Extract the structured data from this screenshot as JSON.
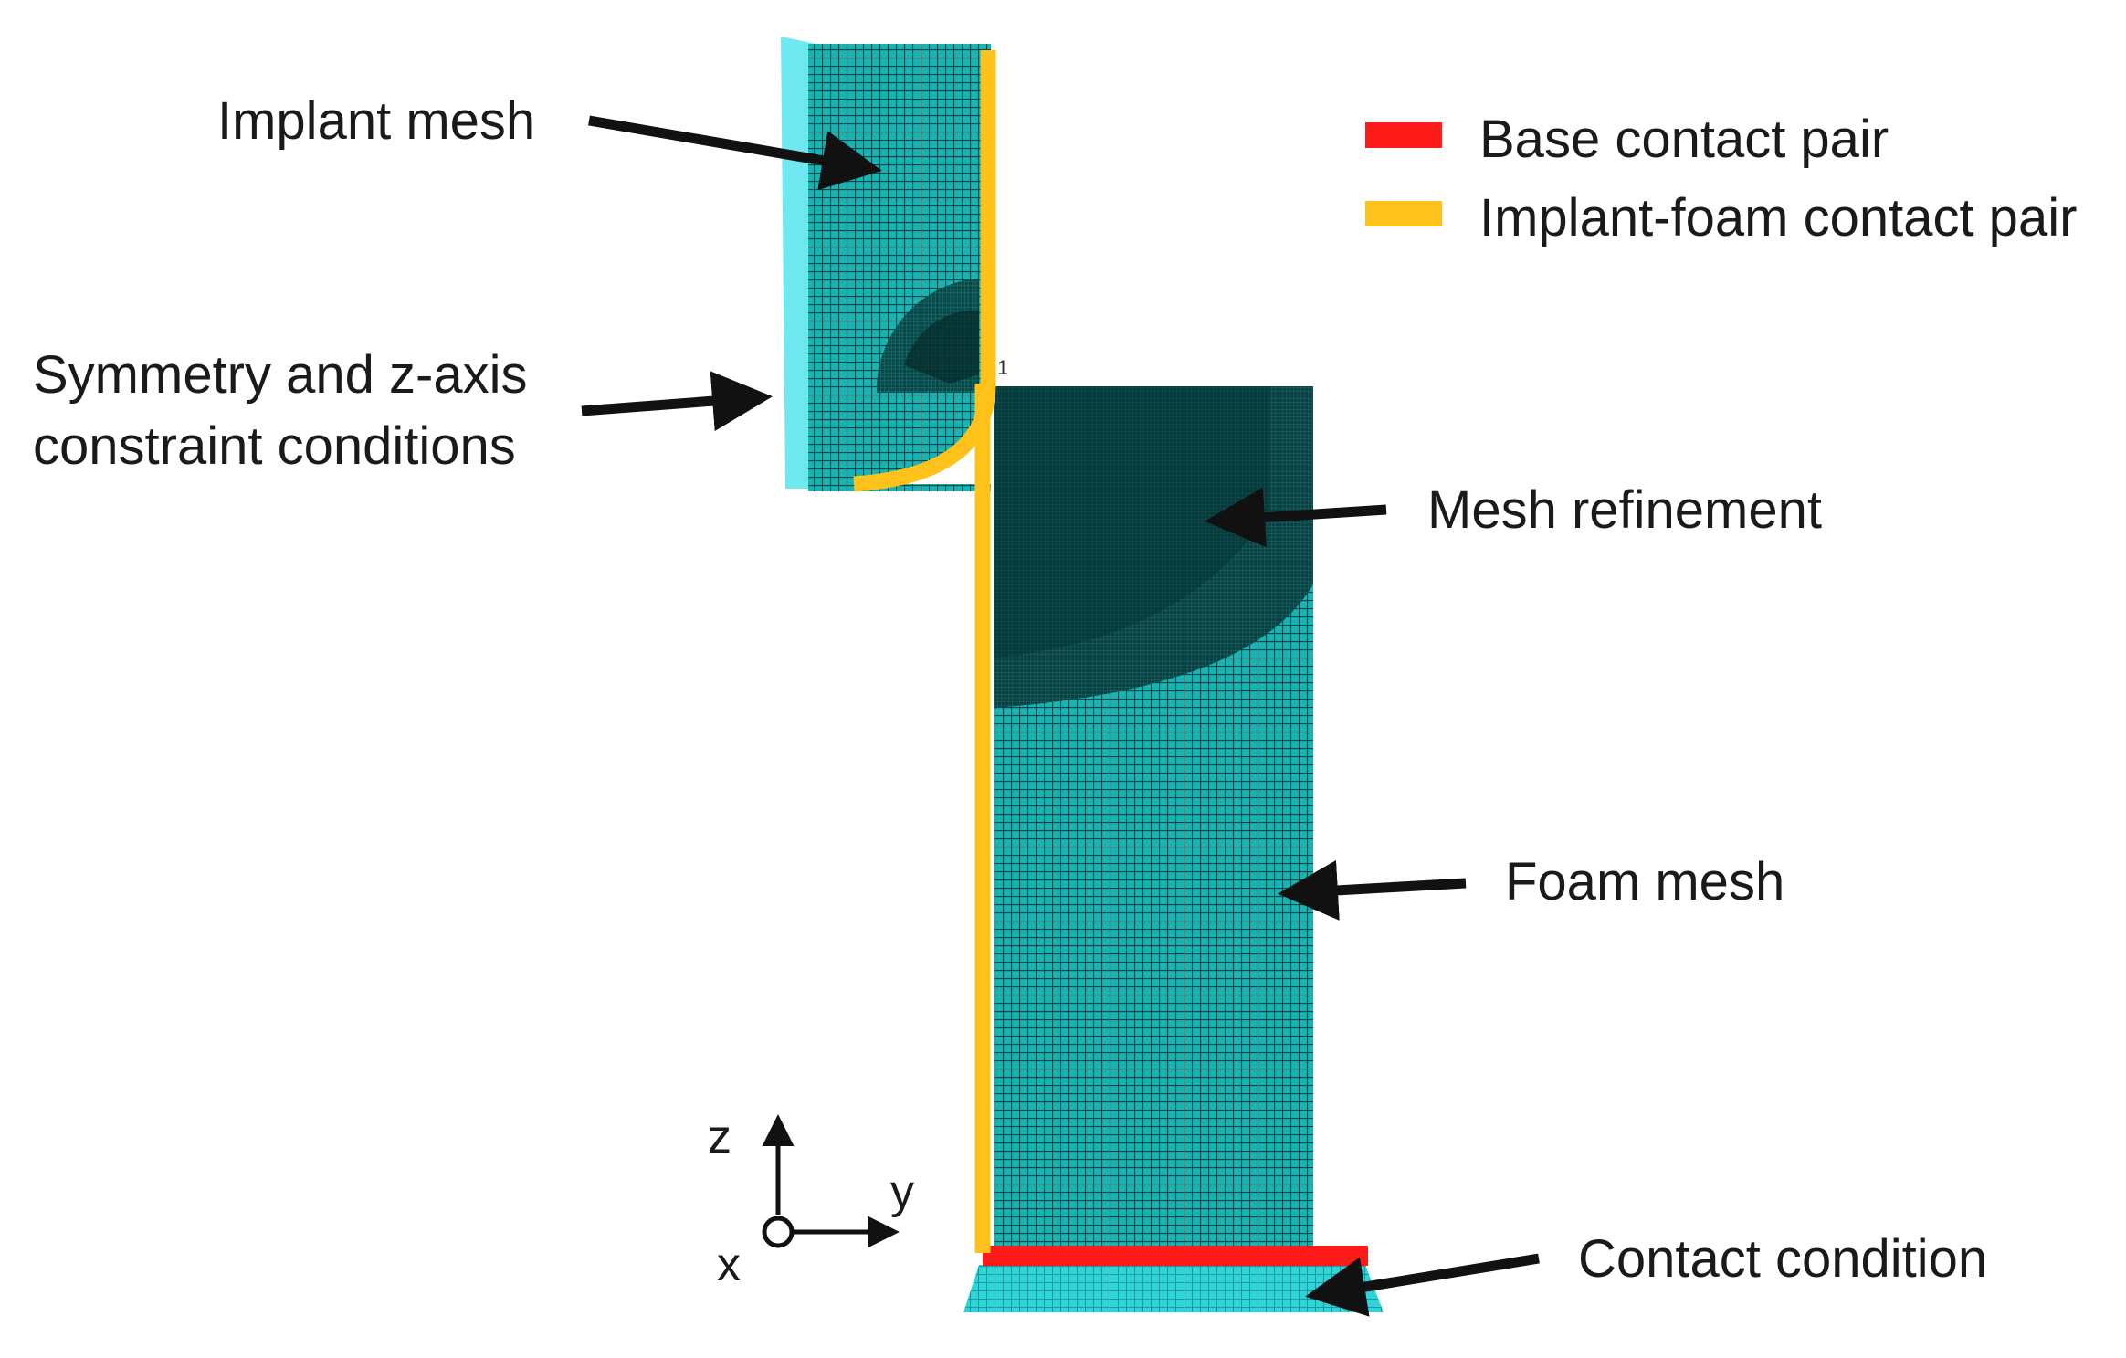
{
  "labels": {
    "implant_mesh": "Implant mesh",
    "symmetry_line1": "Symmetry and z-axis",
    "symmetry_line2": "constraint conditions",
    "mesh_refinement": "Mesh refinement",
    "foam_mesh": "Foam mesh",
    "contact_condition": "Contact condition",
    "node_marker": "1"
  },
  "legend": [
    {
      "label": "Base contact pair",
      "color": "#ff1a1a"
    },
    {
      "label": "Implant-foam contact pair",
      "color": "#ffc21a"
    }
  ],
  "axes": {
    "z": "z",
    "y": "y",
    "x": "x"
  },
  "colors": {
    "mesh_cell": "#17b3b3",
    "mesh_line": "#0a3e3e",
    "refinement": "#0a3d3d",
    "constraint": "#6fe9ef",
    "base_contact": "#ff1a1a",
    "implant_foam_contact": "#ffc21a",
    "arrow": "#111111"
  }
}
